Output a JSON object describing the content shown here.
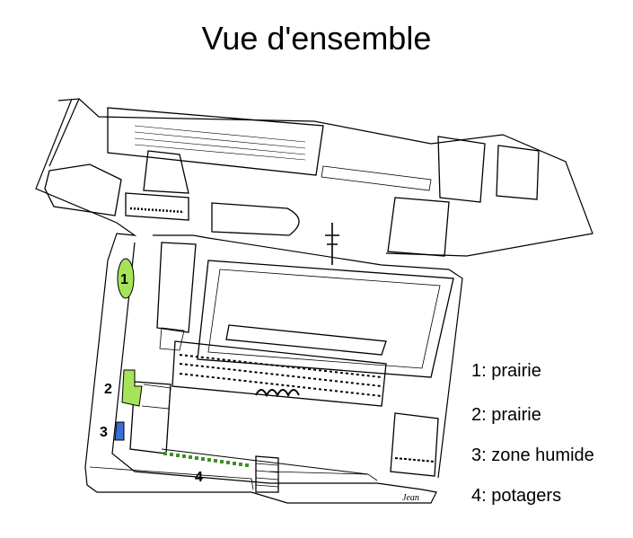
{
  "title": "Vue d'ensemble",
  "zones": [
    {
      "id": "1",
      "color": "#a6e35a"
    },
    {
      "id": "2",
      "color": "#a6e35a"
    },
    {
      "id": "3",
      "color": "#3a6fd8"
    },
    {
      "id": "4",
      "color": "#3f8f2a"
    }
  ],
  "legend": [
    {
      "text": "1: prairie"
    },
    {
      "text": "2: prairie"
    },
    {
      "text": "3: zone humide"
    },
    {
      "text": "4: potagers"
    }
  ],
  "signature": "Jean"
}
